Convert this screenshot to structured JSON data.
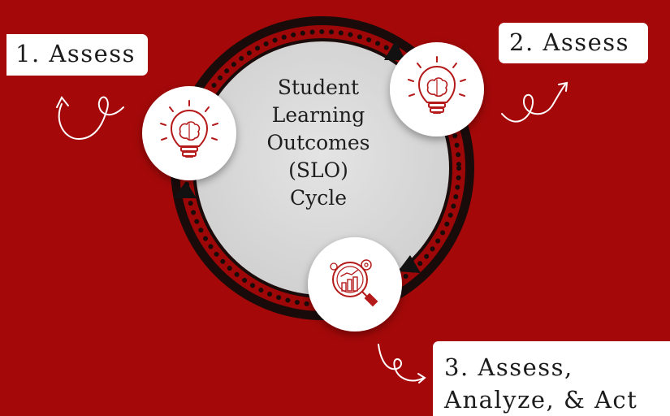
{
  "center": {
    "lines": [
      "Student",
      "Learning",
      "Outcomes",
      "(SLO)",
      "Cycle"
    ]
  },
  "steps": [
    {
      "label": "1. Assess",
      "icon": "lightbulb-brain-icon"
    },
    {
      "label": "2. Assess",
      "icon": "lightbulb-brain-icon"
    },
    {
      "label_lines": [
        "3. Assess,",
        "Analyze, & Act"
      ],
      "icon": "magnifier-chart-icon"
    }
  ],
  "colors": {
    "background": "#a40808",
    "ring_dark": "#1a0b0b",
    "ring_red": "#9e0707",
    "dots": "#1a0b0b",
    "center_fill": "#d9d9d9",
    "icon_circle": "#ffffff",
    "icon_stroke": "#b51a1a",
    "label_bg": "#ffffff"
  }
}
